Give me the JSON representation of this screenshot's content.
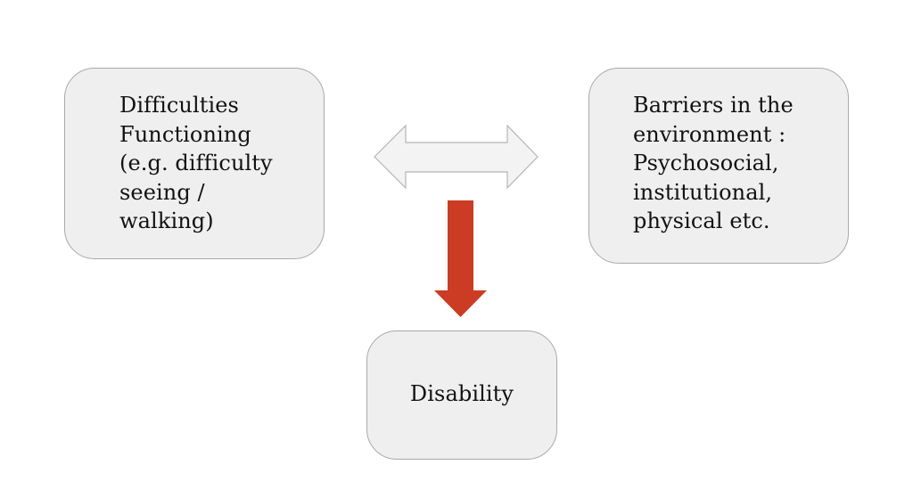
{
  "diagram": {
    "nodes": {
      "impairment": {
        "label": "Difficulties\nFunctioning\n(e.g. difficulty\nseeing /\nwalking)"
      },
      "barriers": {
        "label": "Barriers in the\nenvironment :\nPsychosocial,\ninstitutional,\nphysical etc."
      },
      "disability": {
        "label": "Disability"
      }
    },
    "edges": [
      {
        "from": "impairment",
        "to": "barriers",
        "style": "double-headed outline arrow"
      },
      {
        "from": "interaction",
        "to": "disability",
        "style": "solid downward arrow"
      }
    ],
    "colors": {
      "box_fill": "#efefef",
      "box_border": "#a9a9a9",
      "double_arrow_fill": "#f3f3f3",
      "double_arrow_stroke": "#b5b5b5",
      "down_arrow_fill": "#cc3b24"
    }
  }
}
